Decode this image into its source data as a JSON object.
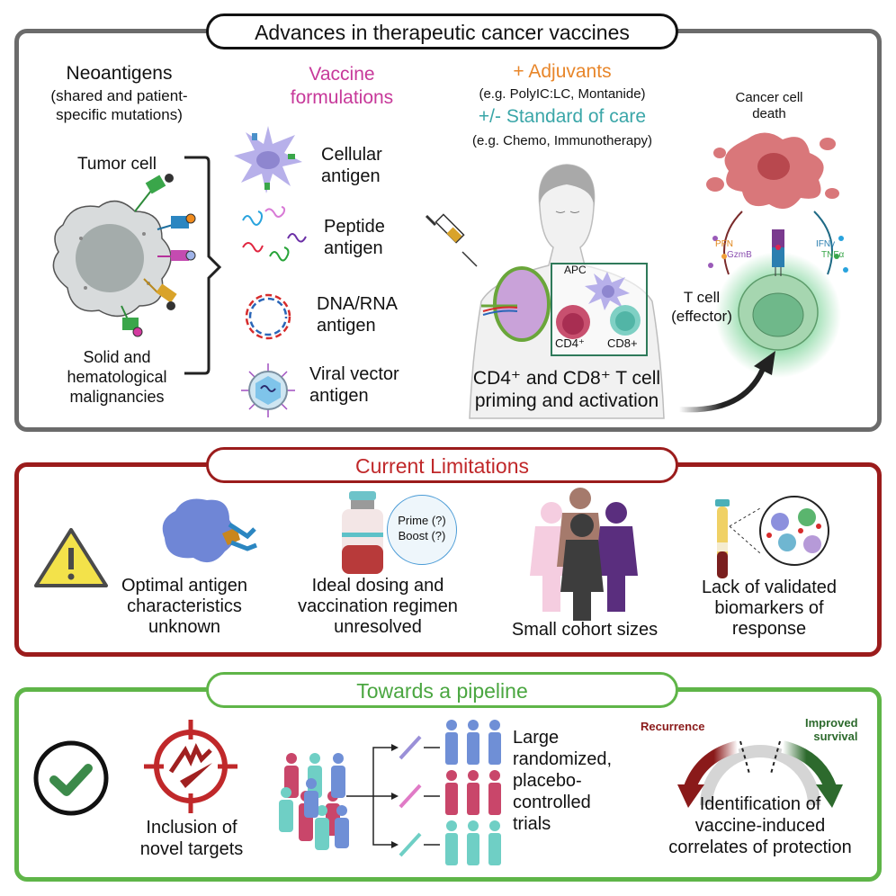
{
  "panels": {
    "advances": {
      "title": "Advances in therapeutic cancer vaccines",
      "border_color": "#6b6b6b",
      "neoantigens": {
        "heading": "Neoantigens",
        "subtitle_line1": "(shared and patient-",
        "subtitle_line2": "specific mutations)",
        "tumor_cell_label": "Tumor cell",
        "malignancies_line1": "Solid and",
        "malignancies_line2": "hematological",
        "malignancies_line3": "malignancies"
      },
      "vaccine_formulations": {
        "heading_line1": "Vaccine",
        "heading_line2": "formulations",
        "color": "#c7399a",
        "items": [
          {
            "line1": "Cellular",
            "line2": "antigen",
            "icon": "dendritic-cell-icon"
          },
          {
            "line1": "Peptide",
            "line2": "antigen",
            "icon": "peptide-icon"
          },
          {
            "line1": "DNA/RNA",
            "line2": "antigen",
            "icon": "dna-ring-icon"
          },
          {
            "line1": "Viral vector",
            "line2": "antigen",
            "icon": "virus-icon"
          }
        ]
      },
      "adjuvants": {
        "label": "+ Adjuvants",
        "color": "#e8862a",
        "examples": "(e.g. PolyIC:LC, Montanide)"
      },
      "standard_of_care": {
        "label": "+/- Standard of care",
        "color": "#3aa6a8",
        "examples": "(e.g. Chemo, Immunotherapy)"
      },
      "priming": {
        "apc_label": "APC",
        "cd4_label": "CD4⁺",
        "cd8_label": "CD8+",
        "caption_line1": "CD4⁺ and CD8⁺ T cell",
        "caption_line2": "priming and activation"
      },
      "effector": {
        "death_line1": "Cancer cell",
        "death_line2": "death",
        "tcell_line1": "T cell",
        "tcell_line2": "(effector)",
        "pfn": "PFN",
        "gzmb": "GzmB",
        "ifng": "IFNγ",
        "tnfa": "TNFα"
      }
    },
    "limitations": {
      "title": "Current Limitations",
      "border_color": "#9b1c1c",
      "prime": "Prime (?)",
      "boost": "Boost (?)",
      "items": [
        {
          "line1": "Optimal antigen",
          "line2": "characteristics",
          "line3": "unknown"
        },
        {
          "line1": "Ideal dosing and",
          "line2": "vaccination regimen",
          "line3": "unresolved"
        },
        {
          "line1": "Small cohort sizes"
        },
        {
          "line1": "Lack of validated",
          "line2": "biomarkers of",
          "line3": "response"
        }
      ]
    },
    "pipeline": {
      "title": "Towards a pipeline",
      "border_color": "#5fb548",
      "targets_line1": "Inclusion of",
      "targets_line2": "novel targets",
      "trials_lines": [
        "Large",
        "randomized,",
        "placebo-",
        "controlled",
        "trials"
      ],
      "recurrence": "Recurrence",
      "improved_line1": "Improved",
      "improved_line2": "survival",
      "correlates_line1": "Identification of",
      "correlates_line2": "vaccine-induced",
      "correlates_line3": "correlates of protection"
    }
  }
}
